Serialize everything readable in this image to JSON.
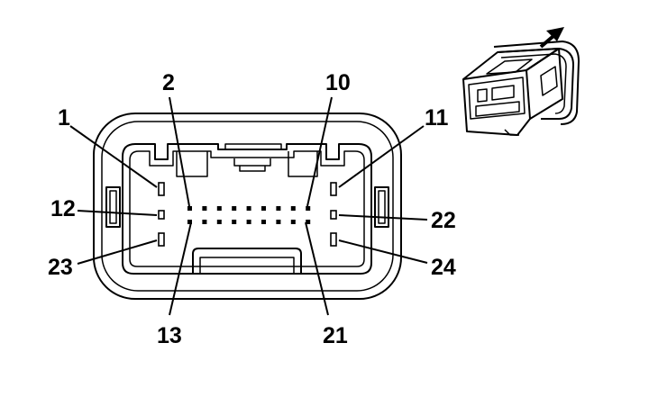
{
  "pin_labels": {
    "p1": "1",
    "p2": "2",
    "p10": "10",
    "p11": "11",
    "p12": "12",
    "p22": "22",
    "p23": "23",
    "p24": "24",
    "p13": "13",
    "p21": "21"
  },
  "icons": {
    "arrow": "direction-arrow-icon",
    "connector": "connector-3d-view-icon"
  },
  "colors": {
    "ink": "#000000",
    "background": "#ffffff"
  }
}
